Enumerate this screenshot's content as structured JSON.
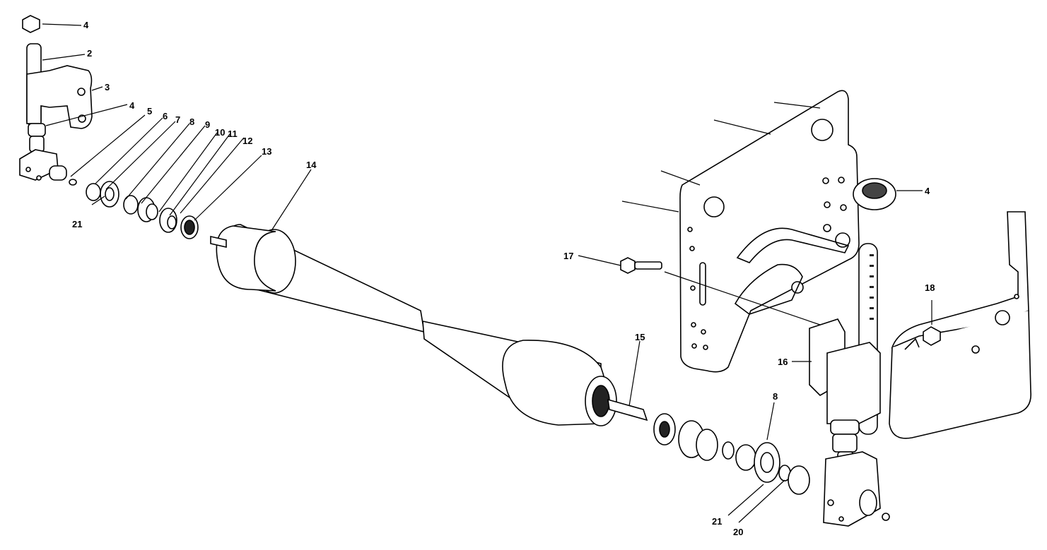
{
  "diagram": {
    "callouts": [
      {
        "id": "c4a",
        "text": "4"
      },
      {
        "id": "c2",
        "text": "2"
      },
      {
        "id": "c3",
        "text": "3"
      },
      {
        "id": "c4b",
        "text": "4"
      },
      {
        "id": "c5",
        "text": "5"
      },
      {
        "id": "c6",
        "text": "6"
      },
      {
        "id": "c7",
        "text": "7"
      },
      {
        "id": "c8a",
        "text": "8"
      },
      {
        "id": "c9",
        "text": "9"
      },
      {
        "id": "c10",
        "text": "10"
      },
      {
        "id": "c11",
        "text": "11"
      },
      {
        "id": "c12",
        "text": "12"
      },
      {
        "id": "c13",
        "text": "13"
      },
      {
        "id": "c14",
        "text": "14"
      },
      {
        "id": "c21a",
        "text": "21"
      },
      {
        "id": "c4c",
        "text": "4"
      },
      {
        "id": "c17",
        "text": "17"
      },
      {
        "id": "c18",
        "text": "18"
      },
      {
        "id": "c15",
        "text": "15"
      },
      {
        "id": "c16",
        "text": "16"
      },
      {
        "id": "c8b",
        "text": "8"
      },
      {
        "id": "c21b",
        "text": "21"
      },
      {
        "id": "c20",
        "text": "20"
      }
    ]
  }
}
